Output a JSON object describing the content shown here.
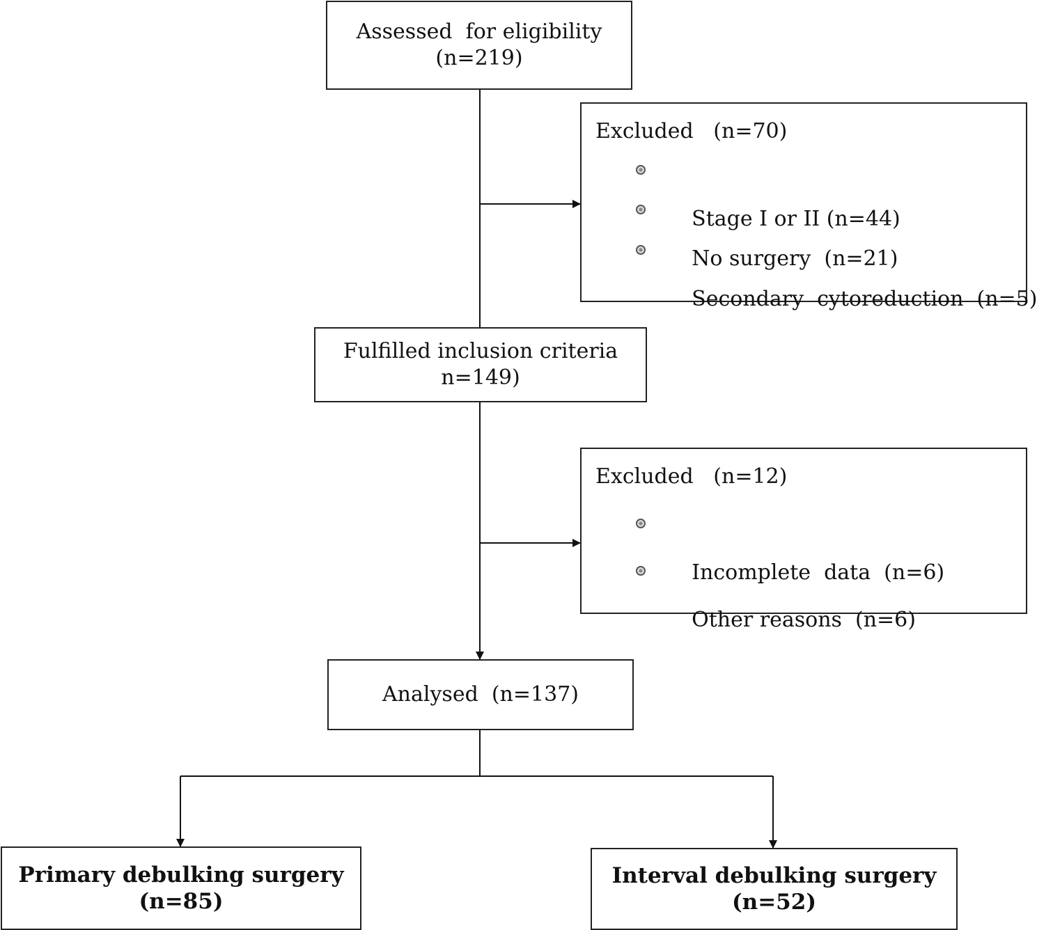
{
  "boxes": {
    "assessed": {
      "line1": "Assessed  for eligibility",
      "line2": "(n=219)"
    },
    "excluded1": {
      "title": "Excluded   (n=70)",
      "items": [
        "Stage I or II (n=44)",
        "No surgery  (n=21)",
        "Secondary  cytoreduction  (n=5)"
      ]
    },
    "fulfilled": {
      "line1": "Fulfilled inclusion criteria",
      "line2": "n=149)"
    },
    "excluded2": {
      "title": "Excluded   (n=12)",
      "items": [
        "Incomplete  data  (n=6)",
        "Other reasons  (n=6)"
      ]
    },
    "analysed": {
      "line1": "Analysed  (n=137)"
    },
    "primary": {
      "line1": "Primary debulking surgery",
      "line2": "(n=85)"
    },
    "interval": {
      "line1": "Interval debulking surgery",
      "line2": "(n=52)"
    }
  },
  "icons": {
    "bullet": "circle-bullet-icon",
    "arrow": "arrowhead-icon"
  },
  "colors": {
    "line": "#111111",
    "border": "#222222",
    "background": "#ffffff"
  }
}
